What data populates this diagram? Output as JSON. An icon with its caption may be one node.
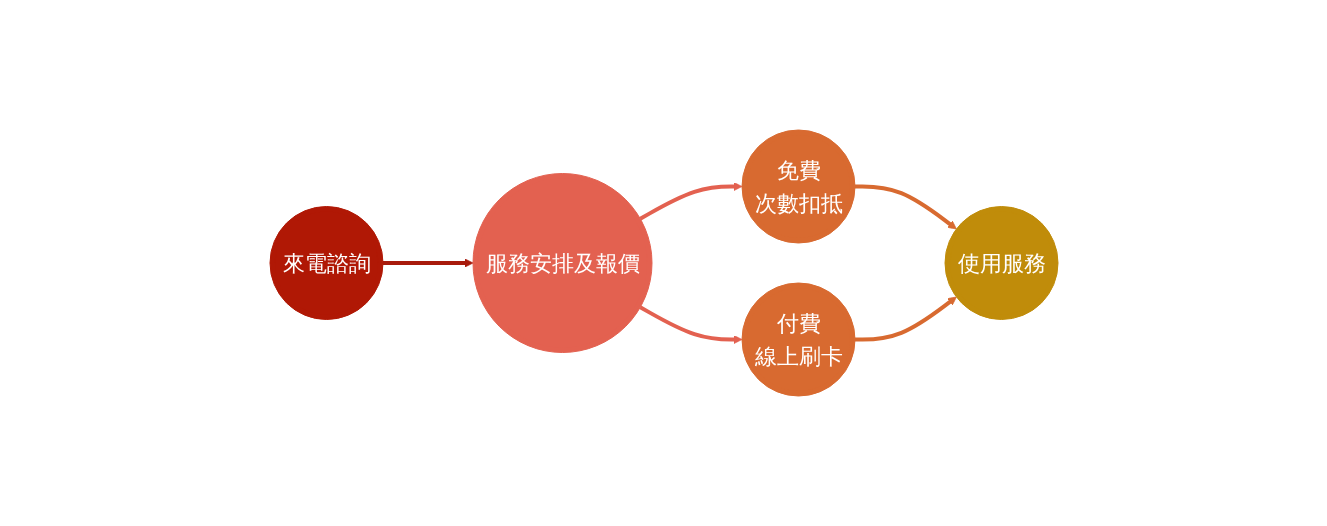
{
  "diagram": {
    "nodes": [
      {
        "text": [
          "來電諮詢"
        ]
      },
      {
        "text": [
          "服務安排及報價"
        ]
      },
      {
        "text": [
          "免費",
          "次數扣抵"
        ]
      },
      {
        "text": [
          "付費",
          "線上刷卡"
        ]
      },
      {
        "text": [
          "使用服務"
        ]
      }
    ],
    "edges": [
      {
        "from": 0,
        "to": 1,
        "arrow": "to",
        "color": "#a81a0c"
      },
      {
        "from": 1,
        "to": 2,
        "arrow": "to",
        "color": "#e36150"
      },
      {
        "from": 1,
        "to": 3,
        "arrow": "to",
        "color": "#e36150"
      },
      {
        "from": 2,
        "to": 4,
        "arrow": "to",
        "color": "#d86a30"
      },
      {
        "from": 3,
        "to": 4,
        "arrow": "to",
        "color": "#d86a30"
      }
    ]
  }
}
